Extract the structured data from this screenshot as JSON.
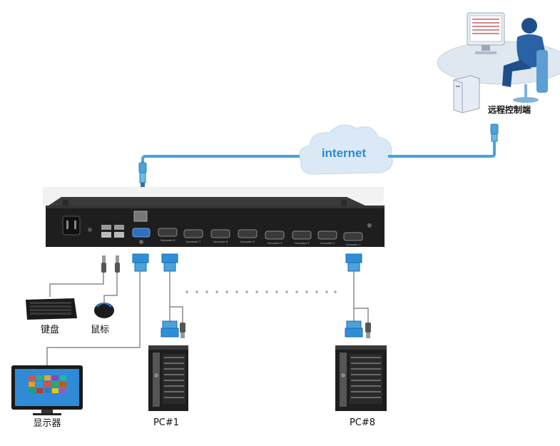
{
  "labels": {
    "remote": "远程控制端",
    "internet": "internet",
    "keyboard": "键盘",
    "mouse": "鼠标",
    "monitor": "显示器",
    "pc1": "PC#1",
    "pc8": "PC#8"
  },
  "kvm_ports": [
    "Computer 8",
    "Computer 7",
    "Computer 6",
    "Computer 5",
    "Computer 4",
    "Computer 3",
    "Computer 2",
    "Computer 1"
  ],
  "colors": {
    "cable_blue": "#4ba3d9",
    "connector_blue": "#2f8fd6",
    "cloud": "#dbe9f7",
    "device_dark": "#1e1e1e",
    "wire_gray": "#8a8a8a"
  }
}
